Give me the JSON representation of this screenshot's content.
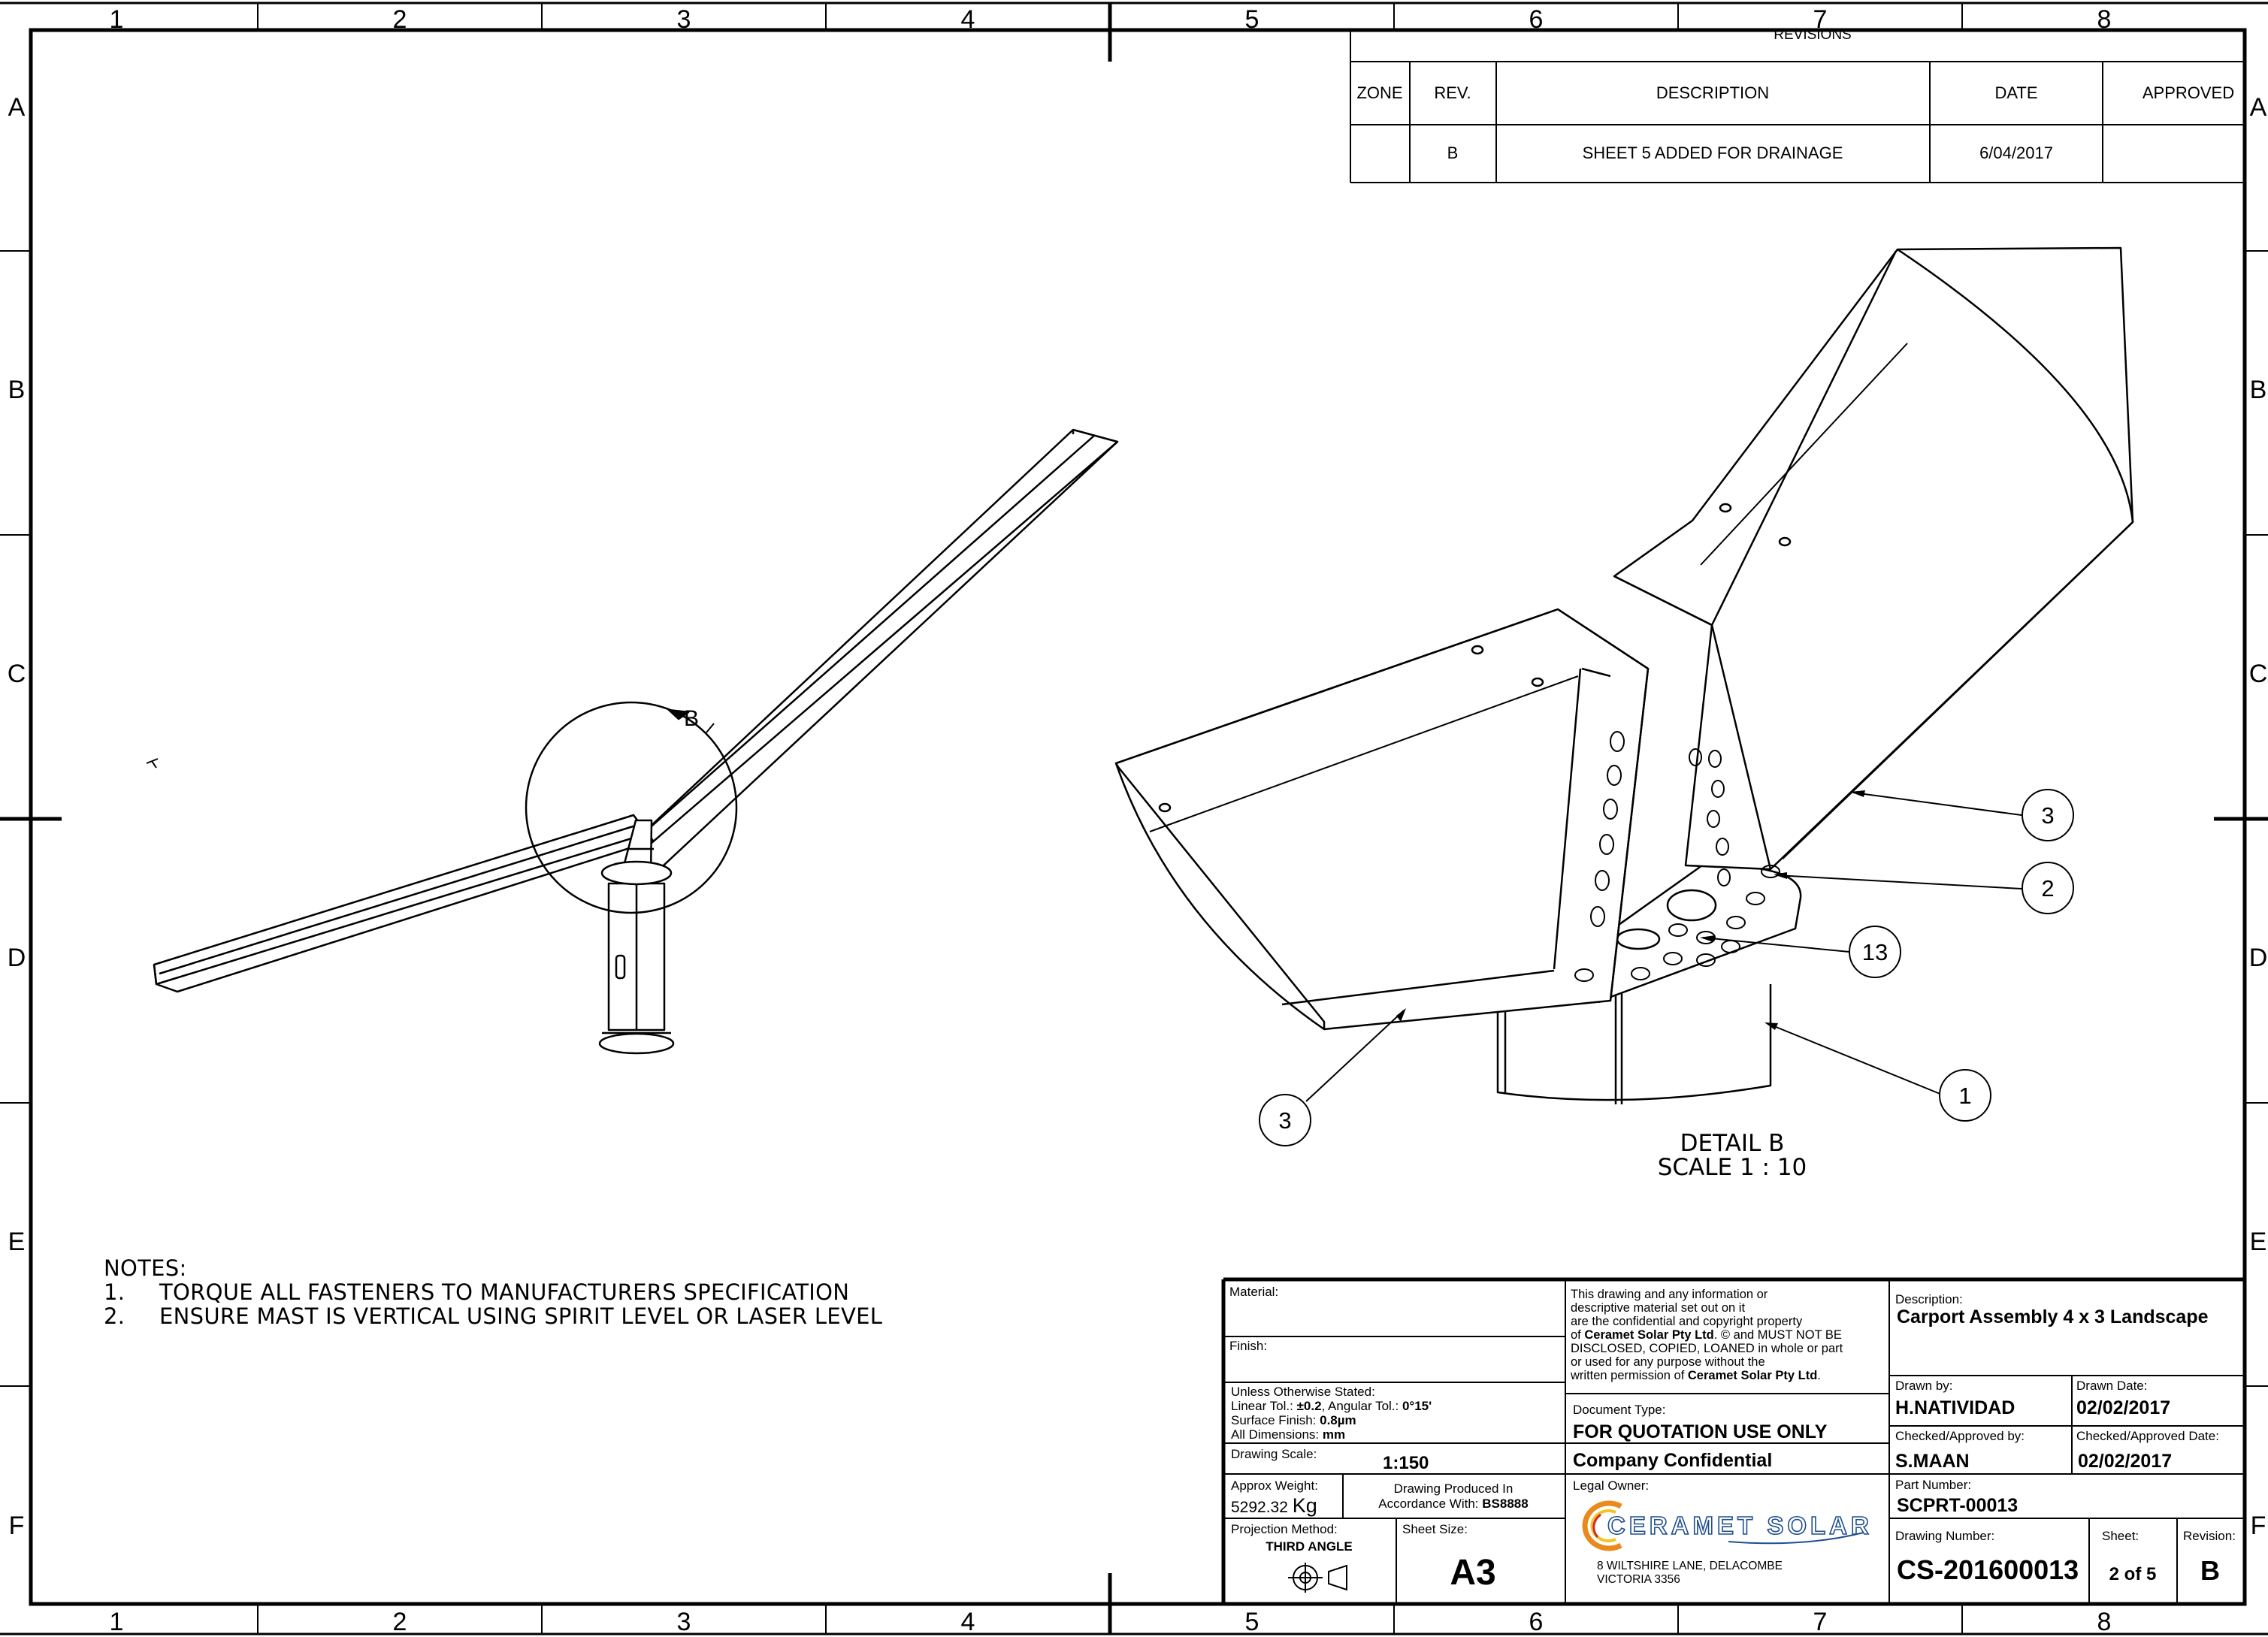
{
  "border": {
    "columns": [
      "1",
      "2",
      "3",
      "4",
      "5",
      "6",
      "7",
      "8"
    ],
    "rows": [
      "A",
      "B",
      "C",
      "D",
      "E",
      "F"
    ]
  },
  "revisions": {
    "title": "REVISIONS",
    "headers": [
      "ZONE",
      "REV.",
      "DESCRIPTION",
      "DATE",
      "APPROVED"
    ],
    "rows": [
      {
        "zone": "",
        "rev": "B",
        "description": "SHEET 5 ADDED FOR DRAINAGE",
        "date": "6/04/2017",
        "approved": ""
      }
    ]
  },
  "views": {
    "detail_marker": "B",
    "detail_title": "DETAIL B",
    "detail_scale": "SCALE 1 : 10",
    "balloons": [
      "3",
      "2",
      "13",
      "1",
      "3"
    ]
  },
  "notes": {
    "title": "NOTES:",
    "items": [
      {
        "num": "1.",
        "text": "TORQUE ALL FASTENERS TO MANUFACTURERS SPECIFICATION"
      },
      {
        "num": "2.",
        "text": "ENSURE MAST IS VERTICAL USING SPIRIT LEVEL OR LASER LEVEL"
      }
    ]
  },
  "title_block": {
    "material_label": "Material:",
    "finish_label": "Finish:",
    "tolerance": {
      "line1": "Unless Otherwise Stated:",
      "line2_prefix": "Linear Tol.: ",
      "linear": "±0.2",
      "line2_mid": ", Angular Tol.: ",
      "angular": "0°15'",
      "line3_prefix": "Surface Finish: ",
      "surface": "0.8µm",
      "line4_prefix": "All Dimensions: ",
      "units": "mm"
    },
    "scale_label": "Drawing Scale:",
    "scale_value": "1:150",
    "weight_label": "Approx Weight:",
    "weight_value": "5292.32",
    "weight_unit": "Kg",
    "standard_line1": "Drawing Produced In",
    "standard_line2_prefix": "Accordance With: ",
    "standard_value": "BS8888",
    "projection_label": "Projection Method:",
    "projection_value": "THIRD ANGLE",
    "sheet_size_label": "Sheet Size:",
    "sheet_size_value": "A3",
    "confidential_lines": [
      "This drawing and any information or",
      "descriptive material set out on it",
      "are the confidential and copyright property"
    ],
    "confidential_line4_pre": "of ",
    "company_name": "Ceramet Solar Pty Ltd",
    "confidential_line4_post": ". © and MUST NOT BE",
    "confidential_line5": "DISCLOSED, COPIED, LOANED in whole or part",
    "confidential_line6": "or used for any purpose without the",
    "confidential_line7_pre": "written permission of ",
    "confidential_line7_post": ".",
    "doc_type_label": "Document Type:",
    "doc_type_value": "FOR QUOTATION USE ONLY",
    "company_confidential": "Company Confidential",
    "legal_owner_label": "Legal Owner:",
    "logo_text": "CERAMET SOLAR",
    "address_line1": "8 WILTSHIRE LANE, DELACOMBE",
    "address_line2": "VICTORIA 3356",
    "description_label": "Description:",
    "description_value": "Carport Assembly 4 x 3 Landscape",
    "drawn_by_label": "Drawn by:",
    "drawn_by_value": "H.NATIVIDAD",
    "drawn_date_label": "Drawn Date:",
    "drawn_date_value": "02/02/2017",
    "checked_by_label": "Checked/Approved by:",
    "checked_by_value": "S.MAAN",
    "checked_date_label": "Checked/Approved Date:",
    "checked_date_value": "02/02/2017",
    "part_number_label": "Part Number:",
    "part_number_value": "SCPRT-00013",
    "drawing_number_label": "Drawing Number:",
    "drawing_number_value": "CS-201600013",
    "sheet_label": "Sheet:",
    "sheet_value": "2 of 5",
    "revision_label": "Revision:",
    "revision_value": "B"
  }
}
